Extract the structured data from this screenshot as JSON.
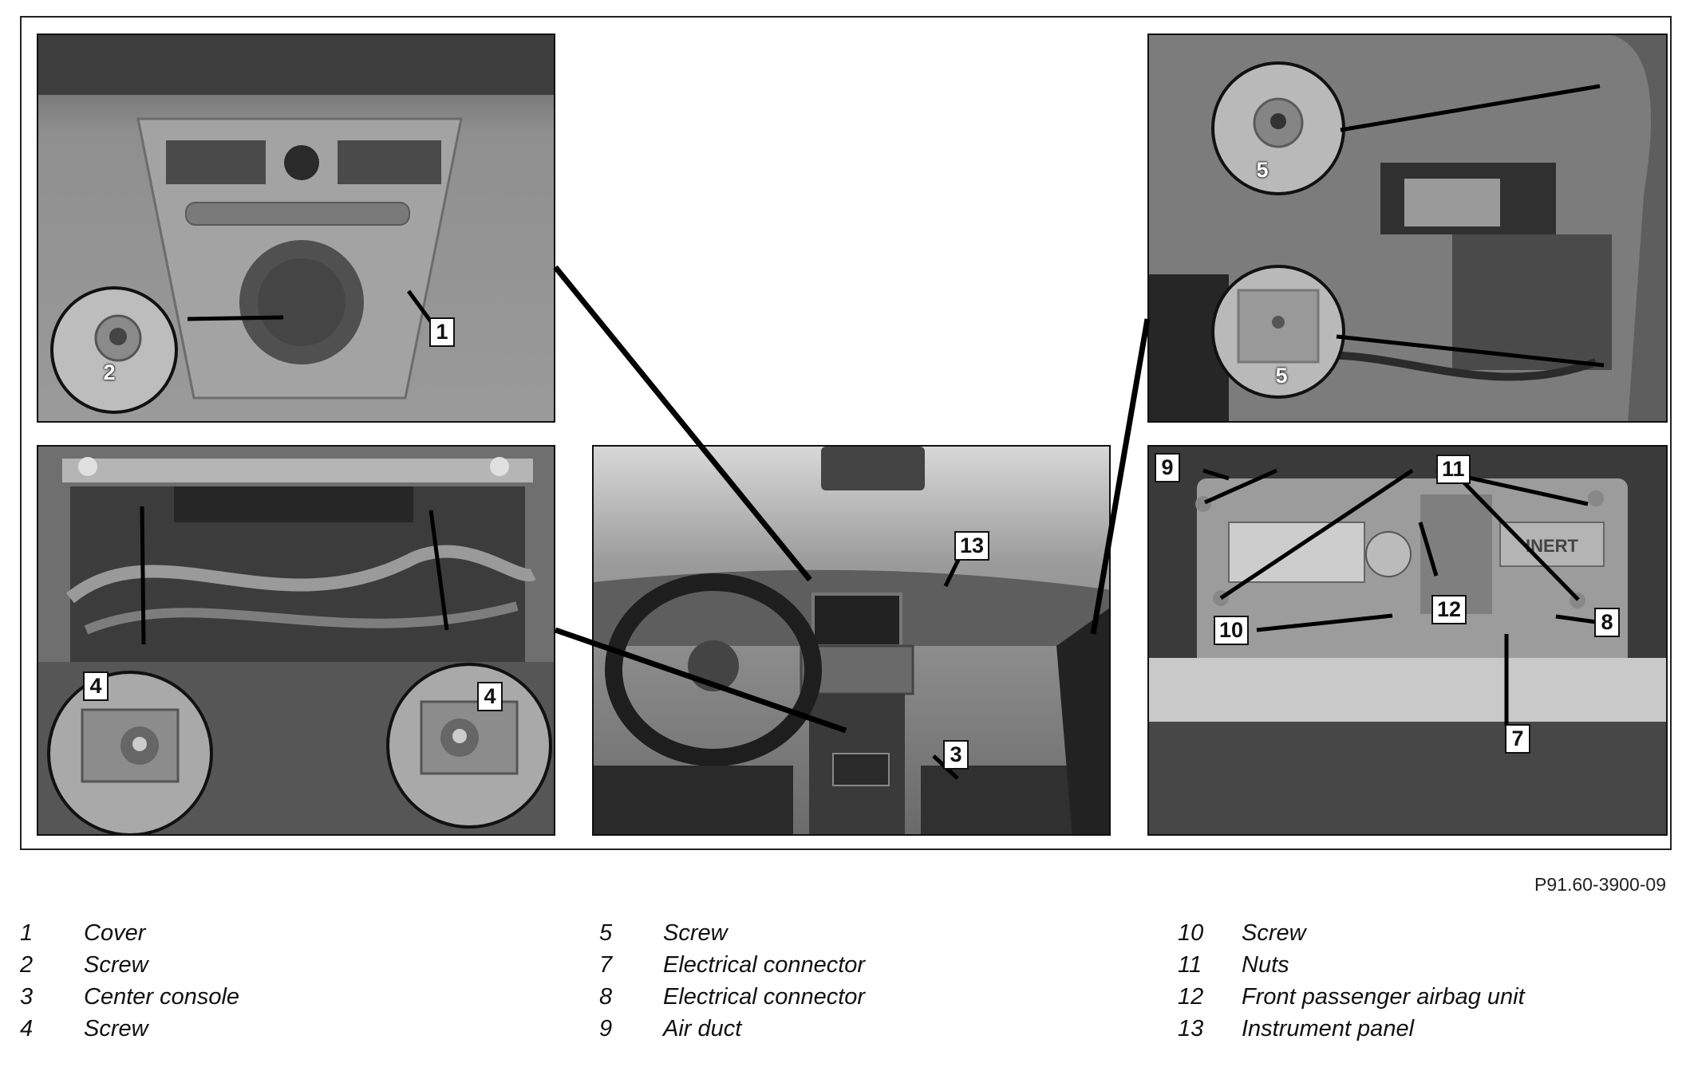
{
  "figure_id": "P91.60-3900-09",
  "callouts": {
    "c1": "1",
    "c2": "2",
    "c3": "3",
    "c4a": "4",
    "c4b": "4",
    "c5a": "5",
    "c5b": "5",
    "c7": "7",
    "c8": "8",
    "c9": "9",
    "c10": "10",
    "c11": "11",
    "c12": "12",
    "c13": "13",
    "inert_label": "INERT"
  },
  "legend": [
    [
      {
        "num": "1",
        "label": "Cover"
      },
      {
        "num": "2",
        "label": "Screw"
      },
      {
        "num": "3",
        "label": "Center console"
      },
      {
        "num": "4",
        "label": "Screw"
      }
    ],
    [
      {
        "num": "5",
        "label": "Screw"
      },
      {
        "num": "7",
        "label": "Electrical connector"
      },
      {
        "num": "8",
        "label": "Electrical connector"
      },
      {
        "num": "9",
        "label": "Air duct"
      }
    ],
    [
      {
        "num": "10",
        "label": "Screw"
      },
      {
        "num": "11",
        "label": "Nuts"
      },
      {
        "num": "12",
        "label": "Front passenger airbag unit"
      },
      {
        "num": "13",
        "label": "Instrument panel"
      }
    ]
  ]
}
